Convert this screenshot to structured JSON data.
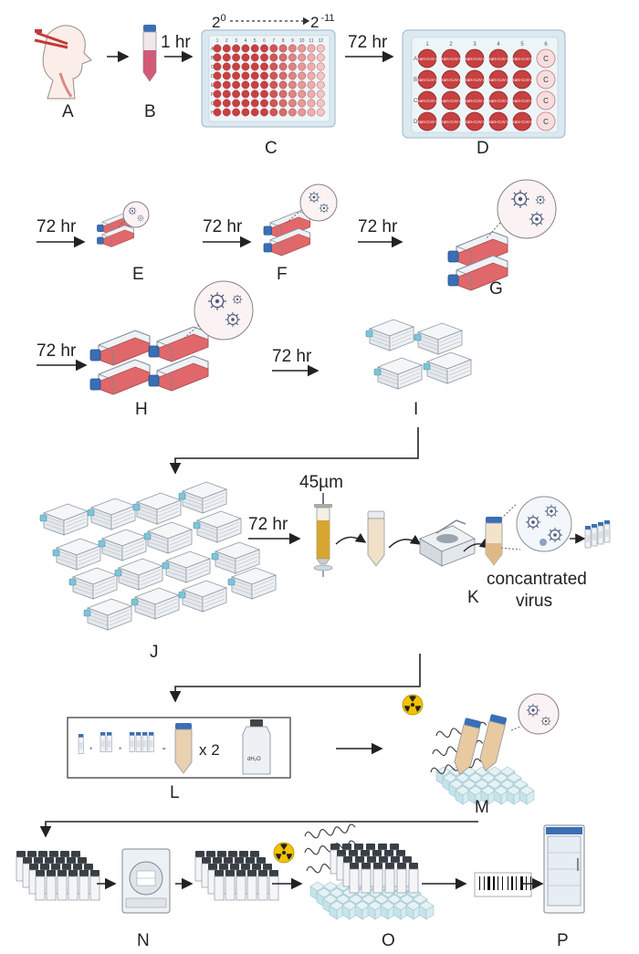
{
  "panels": {
    "A": "A",
    "B": "B",
    "C": "C",
    "D": "D",
    "E": "E",
    "F": "F",
    "G": "G",
    "H": "H",
    "I": "I",
    "J": "J",
    "K": "K",
    "L": "L",
    "M": "M",
    "N": "N",
    "O": "O",
    "P": "P"
  },
  "times": {
    "one_hr": "1 hr",
    "t72_c_d": "72 hr",
    "t72_e": "72 hr",
    "t72_f": "72 hr",
    "t72_g": "72 hr",
    "t72_h": "72 hr",
    "t72_i": "72 hr",
    "t72_j": "72 hr"
  },
  "dilution": {
    "start_base": "2",
    "start_exp": "0",
    "end_base": "2",
    "end_exp": "-11"
  },
  "plate96": {
    "col_numbers": [
      "1",
      "2",
      "3",
      "4",
      "5",
      "6",
      "7",
      "8",
      "9",
      "10",
      "11",
      "12"
    ],
    "row_letters": [
      "A",
      "B",
      "C",
      "D",
      "E",
      "F",
      "G",
      "H"
    ]
  },
  "plate24": {
    "col_numbers": [
      "1",
      "2",
      "3",
      "4",
      "5",
      "6"
    ],
    "row_letters": [
      "A",
      "B",
      "C",
      "D"
    ],
    "well_text": "Sars-CoV-2",
    "control_text": "C"
  },
  "filter": "45µm",
  "concentrate": {
    "line1": "concantrated",
    "line2": "virus"
  },
  "mix": {
    "plus": "+",
    "equals": "=",
    "times": "x 2",
    "water": "dH₂O"
  },
  "colors": {
    "well_dark": "#c84040",
    "well_light": "#f2c6c6",
    "flask_medium": "#e0686a",
    "cap_blue": "#3a6fb5",
    "arrow": "#222222"
  }
}
